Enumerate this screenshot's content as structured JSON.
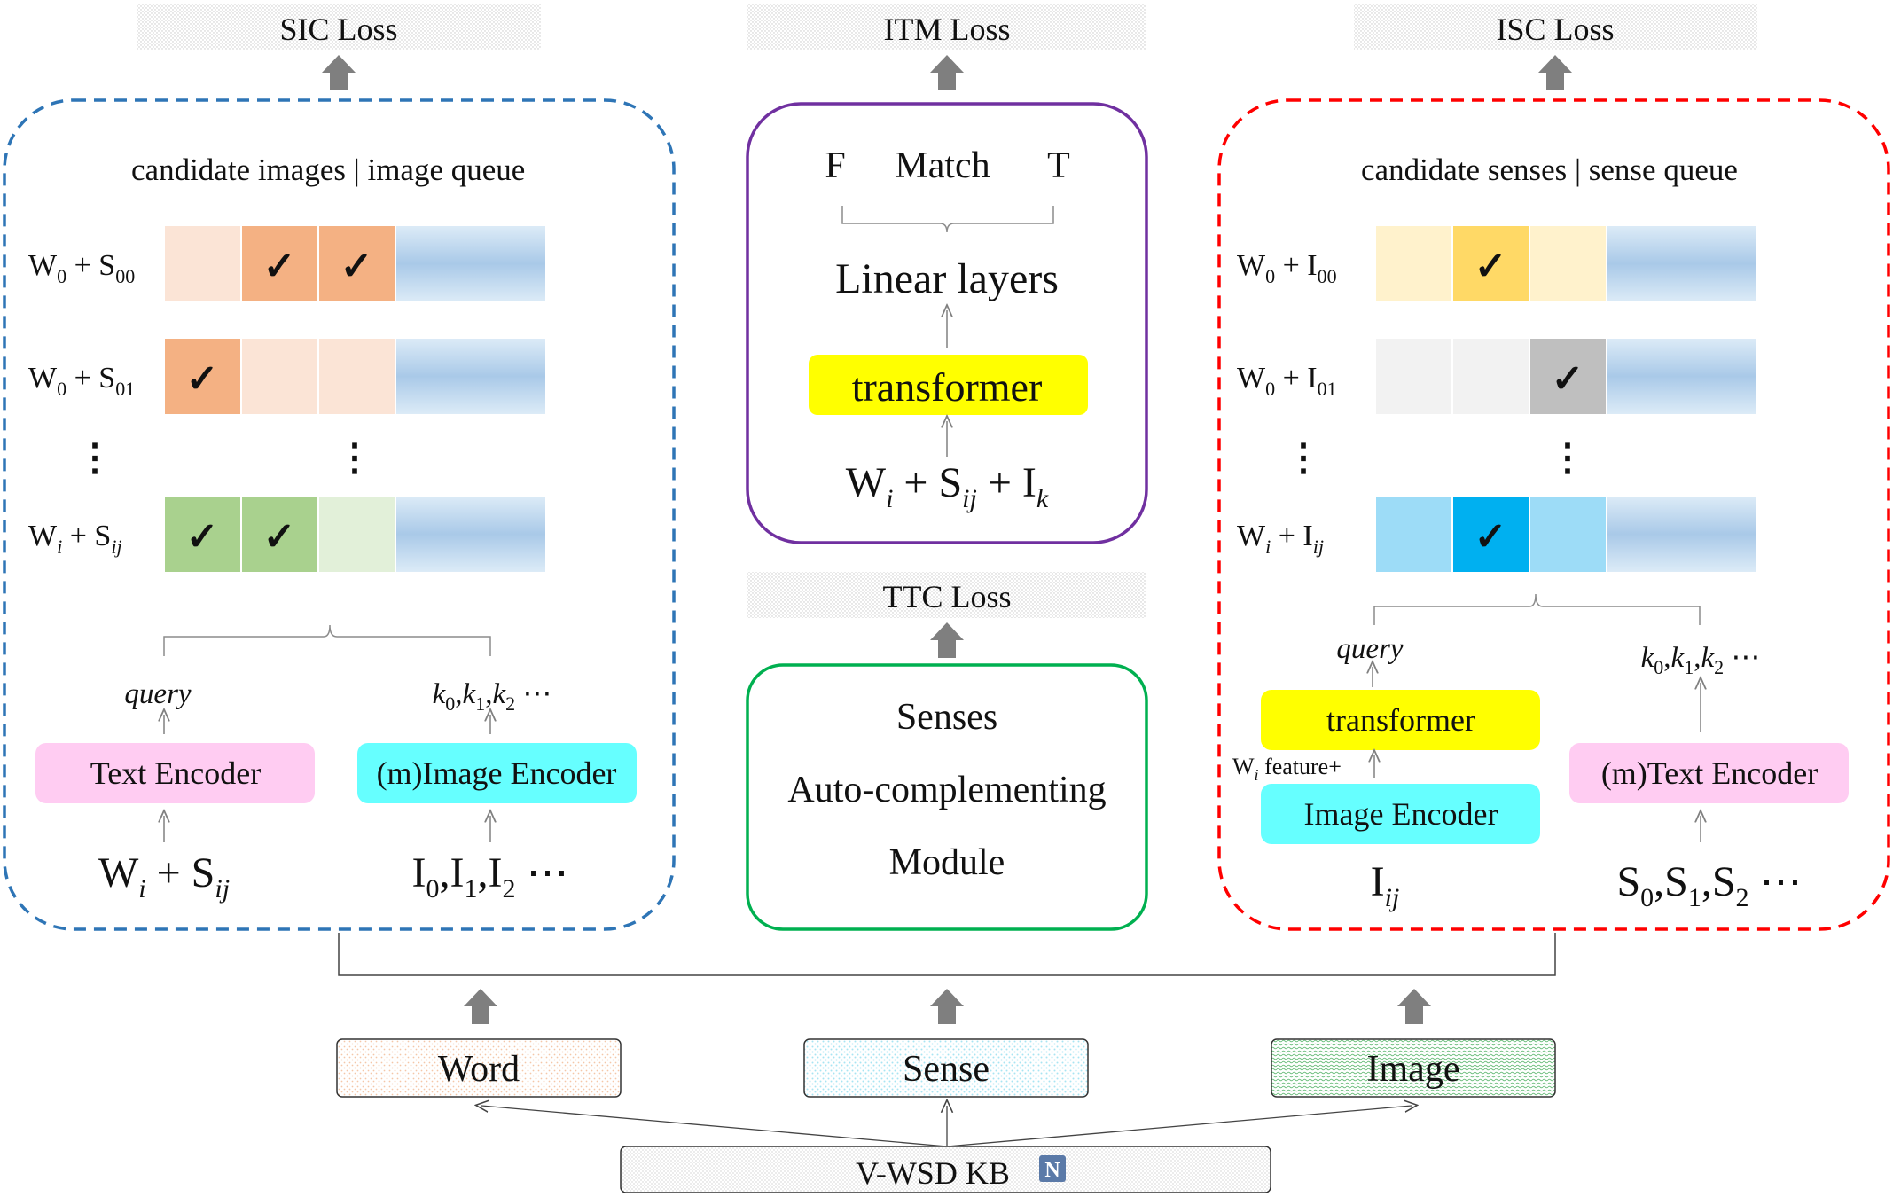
{
  "losses": {
    "sic": "SIC Loss",
    "itm": "ITM Loss",
    "isc": "ISC Loss",
    "ttc": "TTC Loss"
  },
  "left_panel": {
    "header": "candidate  images | image queue",
    "rows": [
      {
        "base": "W",
        "base_sub": "0",
        "op": " + ",
        "sym": "S",
        "sym_sub": "00",
        "cells": [
          "#fbe4d6",
          "#f4b183",
          "#f4b183"
        ],
        "checks": [
          false,
          true,
          true
        ]
      },
      {
        "base": "W",
        "base_sub": "0",
        "op": " + ",
        "sym": "S",
        "sym_sub": "01",
        "cells": [
          "#f4b183",
          "#fbe4d6",
          "#fbe4d6"
        ],
        "checks": [
          true,
          false,
          false
        ]
      },
      {
        "base": "W",
        "base_sub": "i",
        "op": " + ",
        "sym": "S",
        "sym_sub": "ij",
        "cells": [
          "#a9d18e",
          "#a9d18e",
          "#e2f0d9"
        ],
        "checks": [
          true,
          true,
          false
        ]
      }
    ],
    "ellipsis": "⋮",
    "query": "query",
    "keys": "k0,k1,k2 ⋯",
    "text_encoder": "Text Encoder",
    "image_encoder": "(m)Image Encoder",
    "input_left": "Wi + Sij",
    "input_right": "I0,I1,I2 ⋯"
  },
  "center_panel": {
    "f": "F",
    "match": "Match",
    "t": "T",
    "linear": "Linear layers",
    "transformer": "transformer",
    "input": "Wi + Sij + Ik",
    "module_line1": "Senses",
    "module_line2": "Auto-complementing",
    "module_line3": "Module"
  },
  "right_panel": {
    "header": "candidate senses | sense queue",
    "rows": [
      {
        "base": "W",
        "base_sub": "0",
        "op": " + ",
        "sym": "I",
        "sym_sub": "00",
        "cells": [
          "#fff2cc",
          "#ffd966",
          "#fff2cc"
        ],
        "checks": [
          false,
          true,
          false
        ]
      },
      {
        "base": "W",
        "base_sub": "0",
        "op": " + ",
        "sym": "I",
        "sym_sub": "01",
        "cells": [
          "#f2f2f2",
          "#f2f2f2",
          "#bfbfbf"
        ],
        "checks": [
          false,
          false,
          true
        ]
      },
      {
        "base": "W",
        "base_sub": "i",
        "op": " + ",
        "sym": "I",
        "sym_sub": "ij",
        "cells": [
          "#9ddcf7",
          "#00b0f0",
          "#9ddcf7"
        ],
        "checks": [
          false,
          true,
          false
        ]
      }
    ],
    "query": "query",
    "keys": "k0,k1,k2 ⋯",
    "transformer": "transformer",
    "feature": "Wi feature+",
    "image_encoder": "Image Encoder",
    "text_encoder": "(m)Text Encoder",
    "input_left": "Iij",
    "input_right": "S0,S1,S2 ⋯"
  },
  "bottom": {
    "word": "Word",
    "sense": "Sense",
    "image": "Image",
    "kb": "V-WSD KB"
  },
  "colors": {
    "left_border": "#2e75b6",
    "right_border": "#ff0000",
    "itm_border": "#7030a0",
    "module_border": "#00b050",
    "pink": "#ffccf2",
    "cyan": "#66ffff",
    "yellow": "#ffff00",
    "arrow_gray": "#808080"
  }
}
